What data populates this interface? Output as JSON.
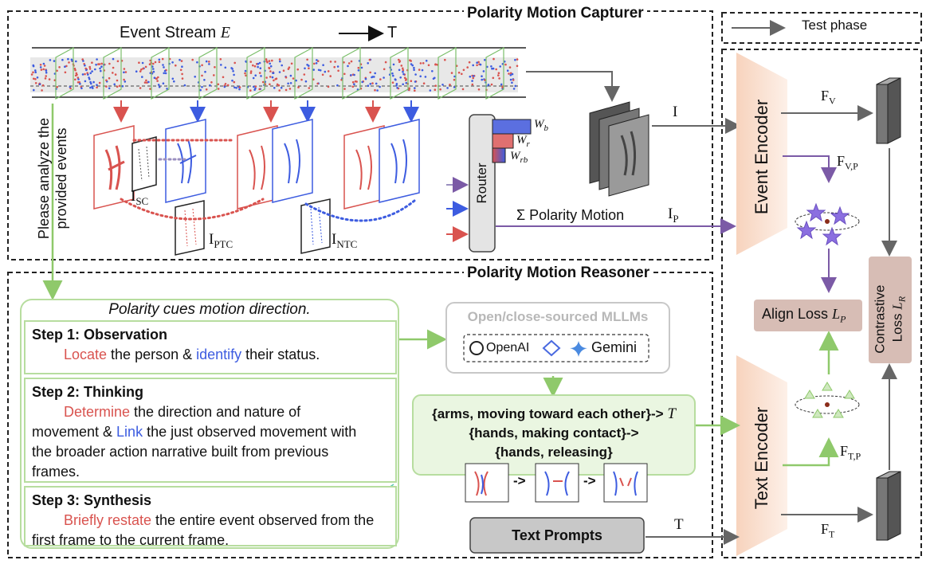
{
  "capturer": {
    "title": "Polarity Motion Capturer",
    "event_stream": "Event Stream",
    "event_stream_symbol": "E",
    "time_label": "T",
    "vertical_prompt_line1": "Please analyze the",
    "vertical_prompt_line2": "provided events",
    "i_sc": "I",
    "i_sc_sub": "SC",
    "i_ptc": "I",
    "i_ptc_sub": "PTC",
    "i_ntc": "I",
    "i_ntc_sub": "NTC",
    "router": "Router",
    "w_b": "W",
    "w_b_sub": "b",
    "w_r": "W",
    "w_r_sub": "r",
    "w_rb": "W",
    "w_rb_sub": "rb",
    "sigma_label": "Σ Polarity Motion",
    "i_p": "I",
    "i_p_sub": "P",
    "i_label": "I"
  },
  "reasoner": {
    "title": "Polarity Motion Reasoner",
    "header": "Polarity cues motion direction.",
    "step1_title": "Step 1: Observation",
    "step1_red": "Locate",
    "step1_mid": " the person & ",
    "step1_blue": "identify",
    "step1_end": " their status.",
    "step2_title": "Step 2: Thinking",
    "step2_red": "Determine",
    "step2_mid": " the direction and nature of movement & ",
    "step2_blue": "Link",
    "step2_end": " the just observed movement with the broader action narrative built from previous frames.",
    "step3_title": "Step 3: Synthesis",
    "step3_red": "Briefly restate",
    "step3_end": " the entire event observed from the first frame to the current frame.",
    "mllm_title": "Open/close-sourced MLLMs",
    "openai": "OpenAI",
    "gemini": "Gemini",
    "output_line1": "{arms, moving toward each other}->",
    "output_t": "T",
    "output_line2": "{hands, making contact}->",
    "output_line3": "{hands, releasing}",
    "arrow_text": "->",
    "text_prompts": "Text Prompts",
    "t_label": "T"
  },
  "right": {
    "test_phase": "Test phase",
    "event_encoder": "Event Encoder",
    "text_encoder": "Text Encoder",
    "f_v": "F",
    "f_v_sub": "V",
    "f_vp": "F",
    "f_vp_sub": "V,P",
    "f_tp": "F",
    "f_tp_sub": "T,P",
    "f_t": "F",
    "f_t_sub": "T",
    "align_loss": "Align Loss",
    "align_sym": "L",
    "align_sub": "P",
    "contrastive_line1": "Contrastive",
    "contrastive_line2": "Loss",
    "contrastive_sym": "L",
    "contrastive_sub": "R"
  },
  "colors": {
    "red": "#d9534f",
    "blue": "#3d5ce0",
    "purple": "#7b5aa6",
    "green": "#8fc96b",
    "encoder_fill": "#f9dcc8",
    "loss_fill": "#d7bdb5"
  }
}
